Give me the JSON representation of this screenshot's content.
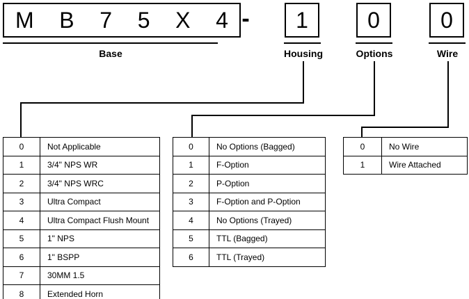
{
  "part_number": {
    "base": {
      "value": "MB75X4",
      "chars": [
        "M",
        "B",
        "7",
        "5",
        "X",
        "4"
      ],
      "label": "Base"
    },
    "separator": "-",
    "segments": [
      {
        "value": "1",
        "label": "Housing"
      },
      {
        "value": "0",
        "label": "Options"
      },
      {
        "value": "0",
        "label": "Wire"
      }
    ]
  },
  "tables": {
    "housing": {
      "rows": [
        {
          "code": "0",
          "desc": "Not Applicable"
        },
        {
          "code": "1",
          "desc": "3/4\" NPS WR"
        },
        {
          "code": "2",
          "desc": "3/4\" NPS WRC"
        },
        {
          "code": "3",
          "desc": "Ultra Compact"
        },
        {
          "code": "4",
          "desc": "Ultra Compact Flush Mount"
        },
        {
          "code": "5",
          "desc": "1\" NPS"
        },
        {
          "code": "6",
          "desc": "1\" BSPP"
        },
        {
          "code": "7",
          "desc": "30MM 1.5"
        },
        {
          "code": "8",
          "desc": "Extended Horn"
        }
      ]
    },
    "options": {
      "rows": [
        {
          "code": "0",
          "desc": "No Options (Bagged)"
        },
        {
          "code": "1",
          "desc": "F-Option"
        },
        {
          "code": "2",
          "desc": "P-Option"
        },
        {
          "code": "3",
          "desc": "F-Option and P-Option"
        },
        {
          "code": "4",
          "desc": "No Options (Trayed)"
        },
        {
          "code": "5",
          "desc": "TTL (Bagged)"
        },
        {
          "code": "6",
          "desc": "TTL (Trayed)"
        }
      ]
    },
    "wire": {
      "rows": [
        {
          "code": "0",
          "desc": "No Wire"
        },
        {
          "code": "1",
          "desc": "Wire Attached"
        }
      ]
    }
  },
  "colors": {
    "line": "#000000",
    "background": "#ffffff",
    "text": "#000000"
  }
}
